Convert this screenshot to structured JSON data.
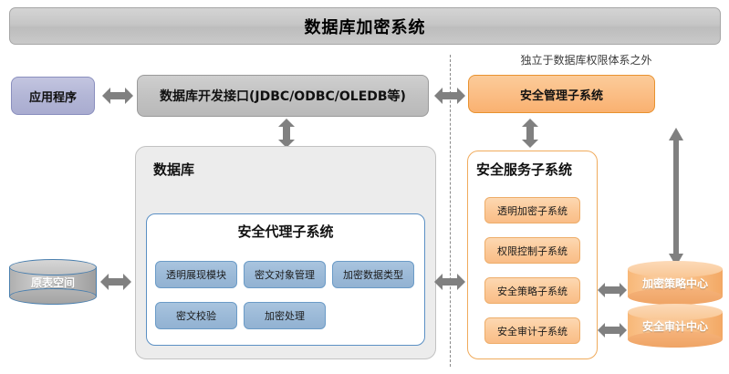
{
  "title": "数据库加密系统",
  "left_column": {
    "app_box": "应用程序",
    "interface_box": "数据库开发接口(JDBC/ODBC/OLEDB等)",
    "source_cylinder": "原表空间"
  },
  "database": {
    "label": "数据库",
    "agent": {
      "label": "安全代理子系统",
      "modules": [
        "透明展现模块",
        "密文对象管理",
        "加密数据类型",
        "密文校验",
        "加密处理"
      ]
    }
  },
  "right_column": {
    "note": "独立于数据库权限体系之外",
    "management_box": "安全管理子系统",
    "service_box": {
      "label": "安全服务子系统",
      "items": [
        "透明加密子系统",
        "权限控制子系统",
        "安全策略子系统",
        "安全审计子系统"
      ]
    },
    "cylinders": [
      "加密策略中心",
      "安全审计中心"
    ]
  },
  "colors": {
    "title_bar": "#c6c6c6",
    "app_box": "#b3b6d6",
    "interface_box": "#c2c2c2",
    "orange_accent": "#f9b170",
    "blue_chip": "#9cbad8",
    "arrow_gray": "#808080",
    "divider": "#8a8a8a"
  }
}
